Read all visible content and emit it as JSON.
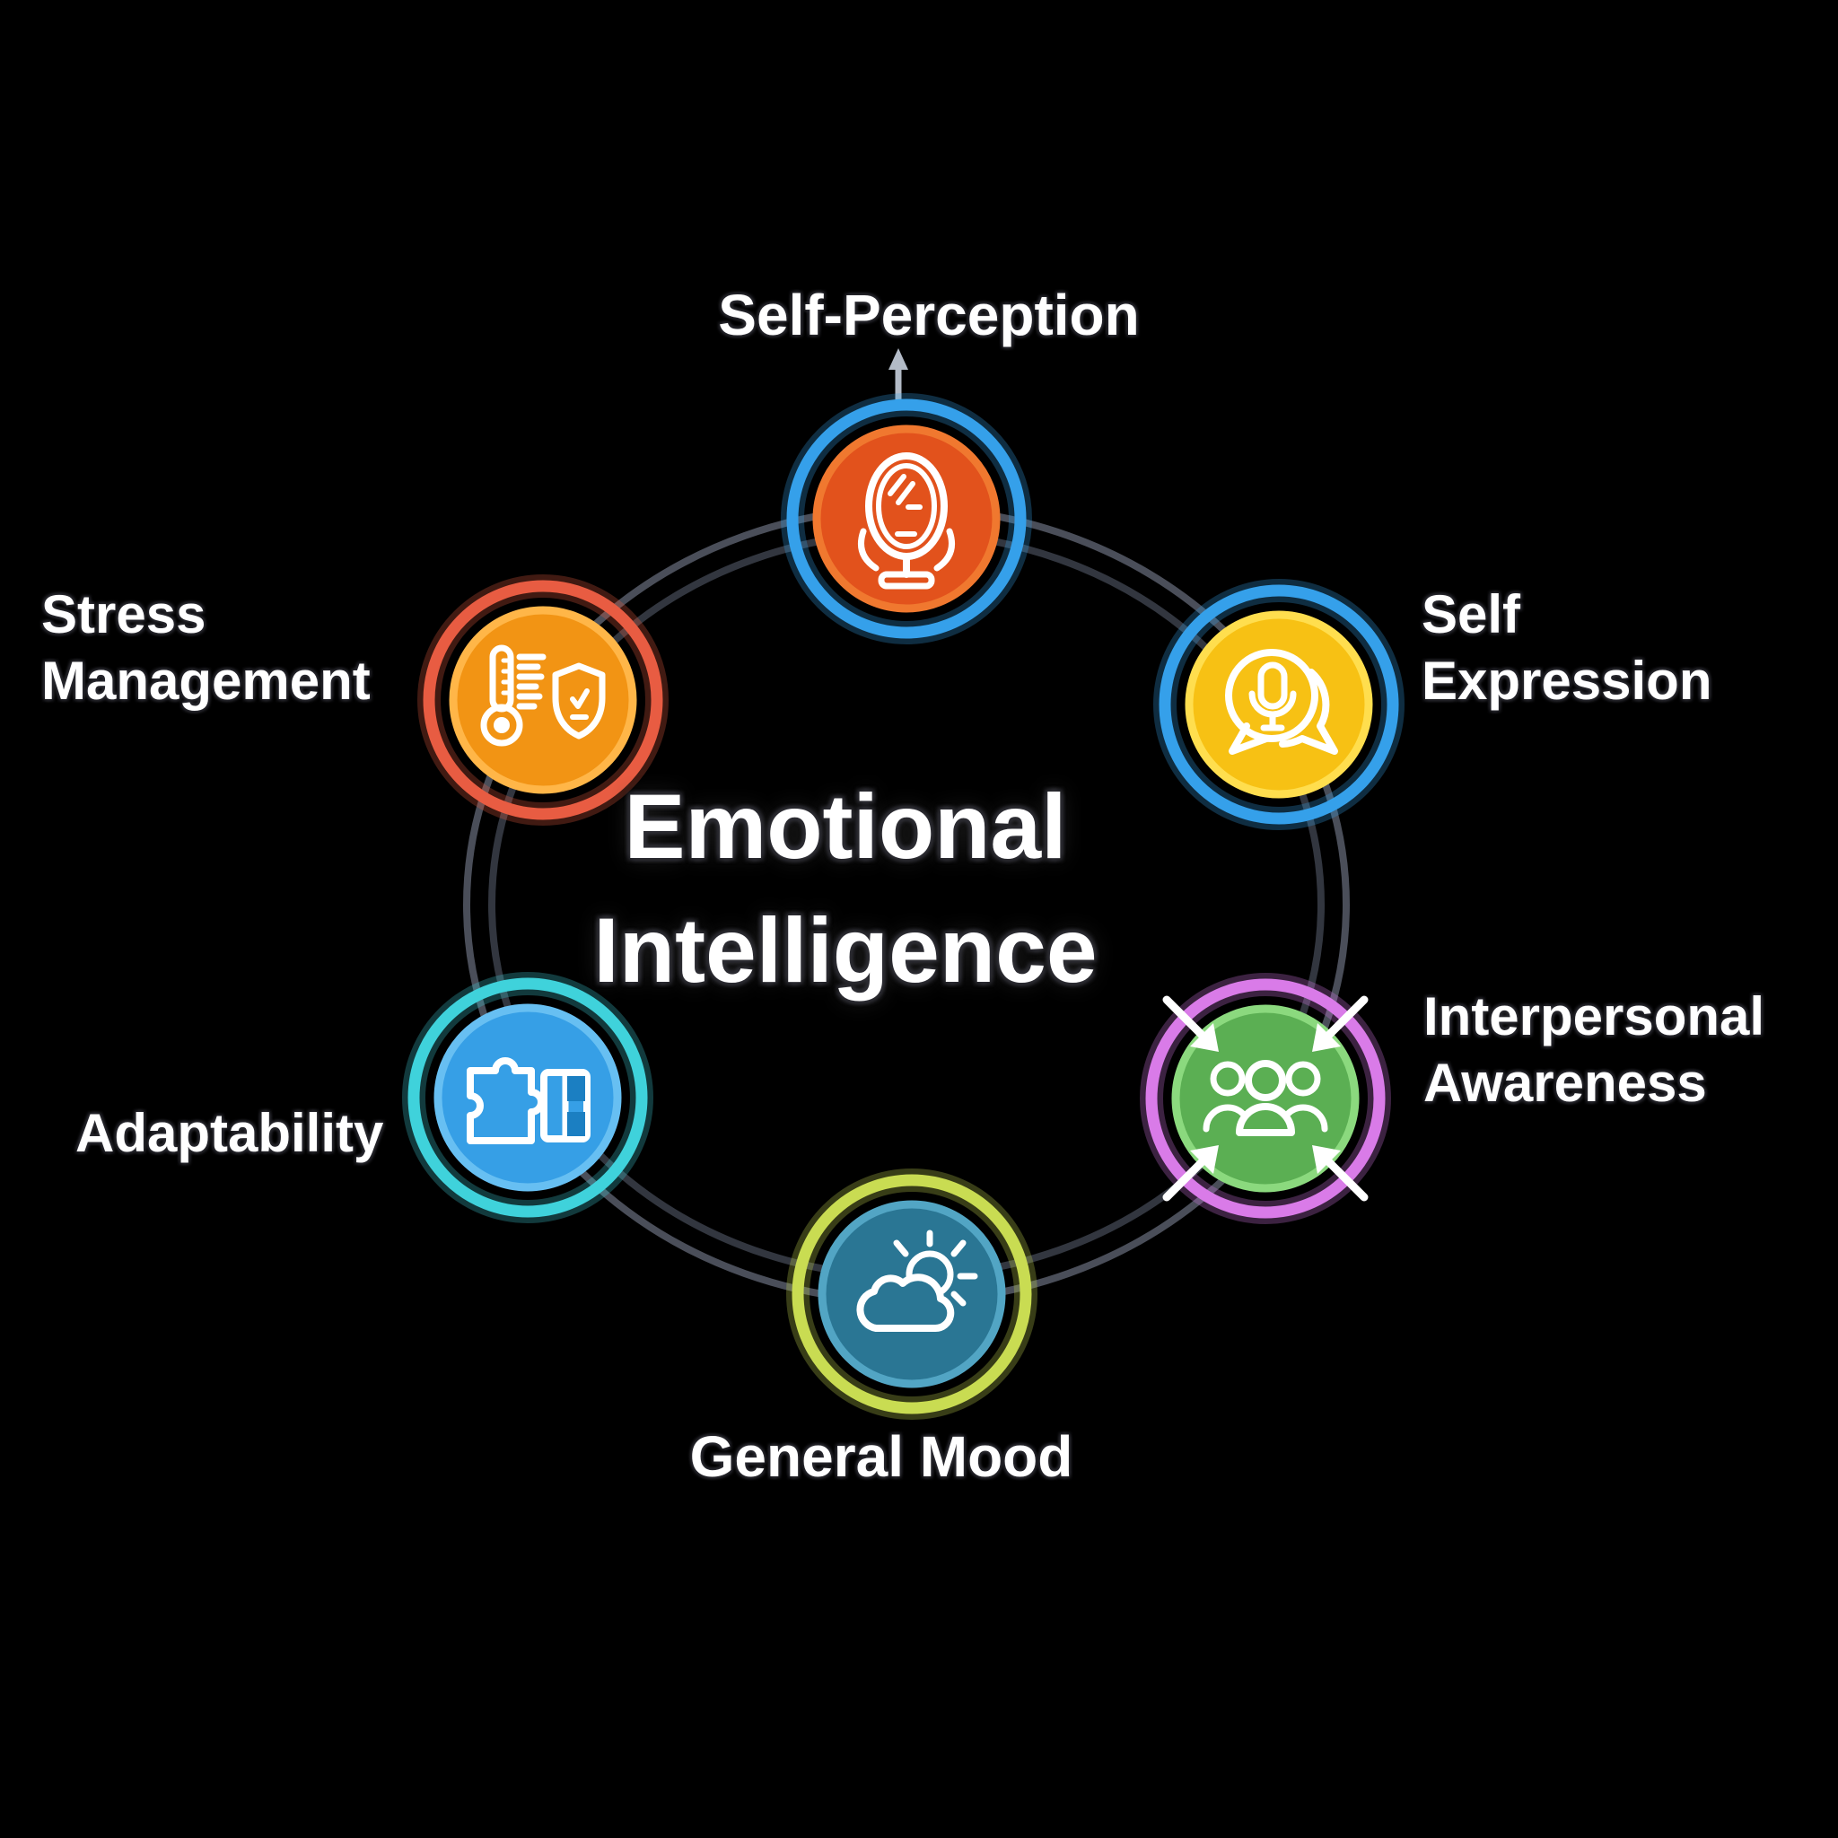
{
  "background_color": "#000000",
  "center": {
    "title_line1": "Emotional",
    "title_line2": "Intelligence",
    "text_color": "#FFFFFF"
  },
  "connector_ring": {
    "color_outer": "#4A4E59",
    "color_inner": "#32363F"
  },
  "pointer_arrow_color": "#B3BBC7",
  "nodes": [
    {
      "id": "self-perception",
      "label": "Self-Perception",
      "icon": "mirror-icon",
      "disc_color": "#E2521C",
      "rim_color": "#F0782F",
      "ring_color": "#35A0EA"
    },
    {
      "id": "self-expression",
      "label_lines": [
        "Self",
        "Expression"
      ],
      "icon": "speech-bubbles-microphone-icon",
      "disc_color": "#F7C114",
      "rim_color": "#FFDE4E",
      "ring_color": "#35A0EA"
    },
    {
      "id": "interpersonal-awareness",
      "label_lines": [
        "Interpersonal",
        "Awareness"
      ],
      "icon": "group-people-icon",
      "disc_color": "#5BAF53",
      "rim_color": "#8BD97E",
      "ring_color": "#D97BE8",
      "converge_arrows_color": "#FFFFFF"
    },
    {
      "id": "general-mood",
      "label": "General Mood",
      "icon": "cloud-sun-icon",
      "disc_color": "#2A7694",
      "rim_color": "#52A5C4",
      "ring_color": "#C9DC52"
    },
    {
      "id": "adaptability",
      "label": "Adaptability",
      "icon": "puzzle-piece-icon",
      "disc_color": "#369FE6",
      "rim_color": "#67BFF2",
      "ring_color": "#3FD2DB"
    },
    {
      "id": "stress-management",
      "label_lines": [
        "Stress",
        "Management"
      ],
      "icon": "thermometer-shield-icon",
      "disc_color": "#F29414",
      "rim_color": "#FFB648",
      "ring_color": "#E85C42"
    }
  ]
}
